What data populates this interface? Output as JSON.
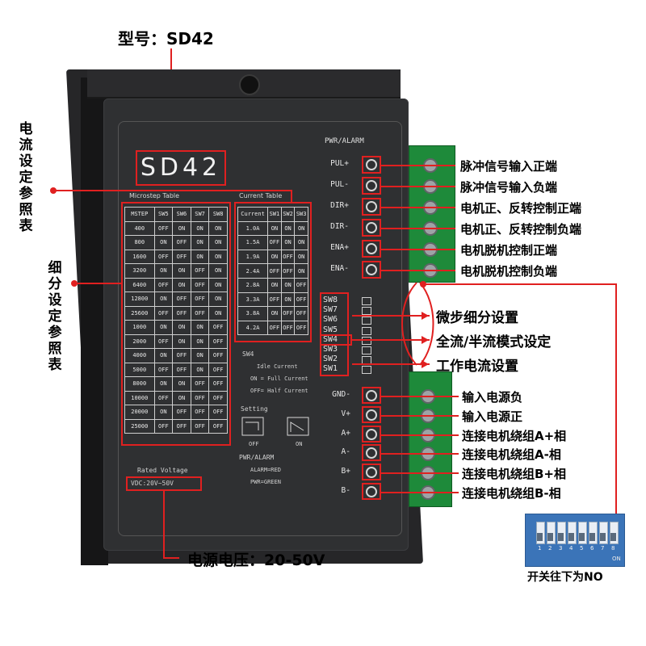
{
  "header": {
    "model_label": "型号：SD42"
  },
  "panel": {
    "logo": "SD42",
    "pwr_alarm_top": "PWR/ALARM",
    "microstep_table": {
      "title": "Microstep Table",
      "headers": [
        "MSTEP",
        "SW5",
        "SW6",
        "SW7",
        "SW8"
      ],
      "rows": [
        [
          "400",
          "OFF",
          "ON",
          "ON",
          "ON"
        ],
        [
          "800",
          "ON",
          "OFF",
          "ON",
          "ON"
        ],
        [
          "1600",
          "OFF",
          "OFF",
          "ON",
          "ON"
        ],
        [
          "3200",
          "ON",
          "ON",
          "OFF",
          "ON"
        ],
        [
          "6400",
          "OFF",
          "ON",
          "OFF",
          "ON"
        ],
        [
          "12800",
          "ON",
          "OFF",
          "OFF",
          "ON"
        ],
        [
          "25600",
          "OFF",
          "OFF",
          "OFF",
          "ON"
        ],
        [
          "1000",
          "ON",
          "ON",
          "ON",
          "OFF"
        ],
        [
          "2000",
          "OFF",
          "ON",
          "ON",
          "OFF"
        ],
        [
          "4000",
          "ON",
          "OFF",
          "ON",
          "OFF"
        ],
        [
          "5000",
          "OFF",
          "OFF",
          "ON",
          "OFF"
        ],
        [
          "8000",
          "ON",
          "ON",
          "OFF",
          "OFF"
        ],
        [
          "10000",
          "OFF",
          "ON",
          "OFF",
          "OFF"
        ],
        [
          "20000",
          "ON",
          "OFF",
          "OFF",
          "OFF"
        ],
        [
          "25000",
          "OFF",
          "OFF",
          "OFF",
          "OFF"
        ]
      ]
    },
    "current_table": {
      "title": "Current Table",
      "headers": [
        "Current",
        "SW1",
        "SW2",
        "SW3"
      ],
      "rows": [
        [
          "1.0A",
          "ON",
          "ON",
          "ON"
        ],
        [
          "1.5A",
          "OFF",
          "ON",
          "ON"
        ],
        [
          "1.9A",
          "ON",
          "OFF",
          "ON"
        ],
        [
          "2.4A",
          "OFF",
          "OFF",
          "ON"
        ],
        [
          "2.8A",
          "ON",
          "ON",
          "OFF"
        ],
        [
          "3.3A",
          "OFF",
          "ON",
          "OFF"
        ],
        [
          "3.8A",
          "ON",
          "OFF",
          "OFF"
        ],
        [
          "4.2A",
          "OFF",
          "OFF",
          "OFF"
        ]
      ]
    },
    "sw4": {
      "title": "SW4",
      "line1": "Idle Current",
      "line2": "ON = Full Current",
      "line3": "OFF= Half Current"
    },
    "setting": {
      "title": "Setting",
      "off": "OFF",
      "on": "ON"
    },
    "pwr_alarm": {
      "title": "PWR/ALARM",
      "alarm": "ALARM=RED",
      "pwr": "PWR=GREEN"
    },
    "rated_voltage": {
      "title": "Rated Voltage",
      "value": "VDC:20V~50V"
    },
    "signal_pins": [
      "PUL+",
      "PUL-",
      "DIR+",
      "DIR-",
      "ENA+",
      "ENA-"
    ],
    "dip_labels": [
      "SW8",
      "SW7",
      "SW6",
      "SW5",
      "SW4",
      "SW3",
      "SW2",
      "SW1"
    ],
    "power_pins": [
      "GND-",
      "V+",
      "A+",
      "A-",
      "B+",
      "B-"
    ]
  },
  "callouts": {
    "signal": [
      "脉冲信号输入正端",
      "脉冲信号输入负端",
      "电机正、反转控制正端",
      "电机正、反转控制负端",
      "电机脱机控制正端",
      "电机脱机控制负端"
    ],
    "dip": [
      "微步细分设置",
      "全流/半流模式设定",
      "工作电流设置"
    ],
    "power": [
      "输入电源负",
      "输入电源正",
      "连接电机绕组A+相",
      "连接电机绕组A-相",
      "连接电机绕组B+相",
      "连接电机绕组B-相"
    ],
    "left_current": "电流设定参照表",
    "left_microstep": "细分设定参照表",
    "voltage": "电源电压：20-50V",
    "dip_inset_note": "开关往下为NO",
    "dip_inset_numbers": [
      "1",
      "2",
      "3",
      "4",
      "5",
      "6",
      "7",
      "8"
    ],
    "dip_inset_on": "ON"
  },
  "colors": {
    "accent_red": "#e02020",
    "terminal_green": "#1e8a3a",
    "panel_dark": "#2f3032"
  }
}
